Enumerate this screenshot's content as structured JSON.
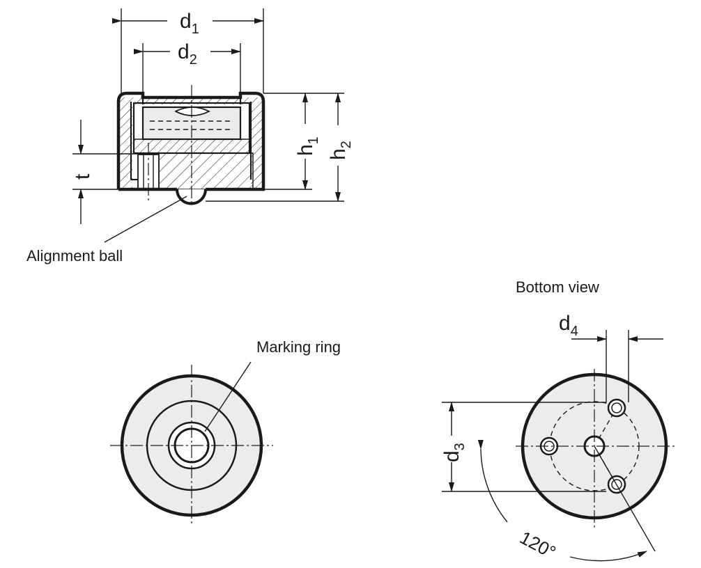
{
  "labels": {
    "alignment_ball": "Alignment ball",
    "marking_ring": "Marking ring",
    "bottom_view": "Bottom view",
    "angle": "120°"
  },
  "dimensions": {
    "d1": {
      "base": "d",
      "sub": "1"
    },
    "d2": {
      "base": "d",
      "sub": "2"
    },
    "d3": {
      "base": "d",
      "sub": "3"
    },
    "d4": {
      "base": "d",
      "sub": "4"
    },
    "h1": {
      "base": "h",
      "sub": "1"
    },
    "h2": {
      "base": "h",
      "sub": "2"
    },
    "t": {
      "base": "t"
    }
  },
  "colors": {
    "line": "#1a1a1a",
    "fill_light": "#ececec",
    "background": "#ffffff"
  }
}
